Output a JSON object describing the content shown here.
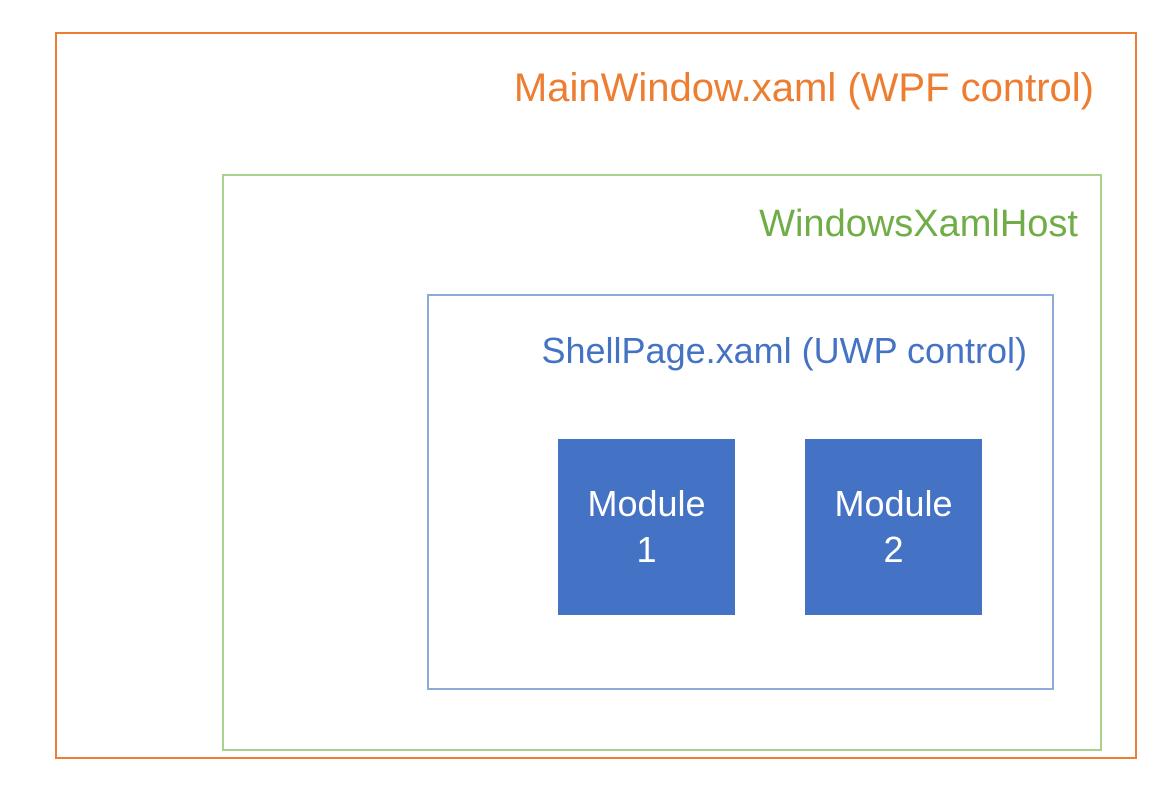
{
  "diagram": {
    "type": "nested-containment",
    "title_layers": 3,
    "outer": {
      "name": "MainWindow.xaml (WPF control)",
      "label": "MainWindow.xaml (WPF control)",
      "color": "#ED7D31",
      "border_color": "#ED7D31"
    },
    "middle": {
      "name": "WindowsXamlHost",
      "label": "WindowsXamlHost",
      "color": "#70AD47",
      "border_color": "#A9D18E"
    },
    "inner": {
      "name": "ShellPage.xaml (UWP control)",
      "label": "ShellPage.xaml (UWP control)",
      "color": "#4472C4",
      "border_color": "#8EAADB"
    },
    "modules": [
      {
        "label": "Module\n1",
        "name": "Module 1",
        "fill": "#4472C4",
        "text_color": "#FFFFFF"
      },
      {
        "label": "Module\n2",
        "name": "Module 2",
        "fill": "#4472C4",
        "text_color": "#FFFFFF"
      }
    ]
  }
}
